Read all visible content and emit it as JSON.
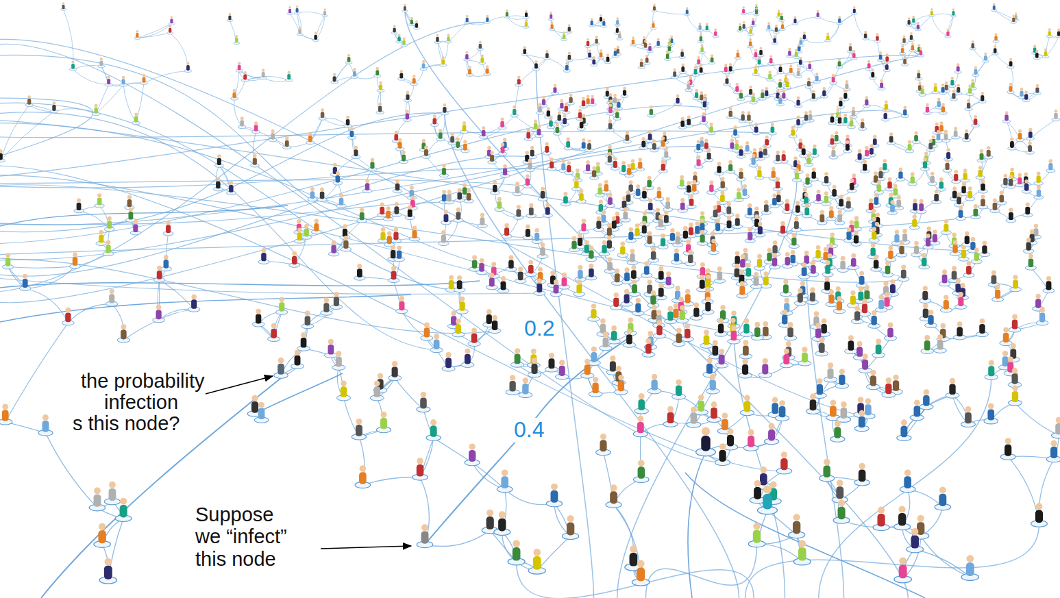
{
  "diagram": {
    "labels": [
      "the probability",
      "infection",
      "s this node?",
      "0.2",
      "0.4",
      "Suppose we “infect” this node"
    ]
  }
}
